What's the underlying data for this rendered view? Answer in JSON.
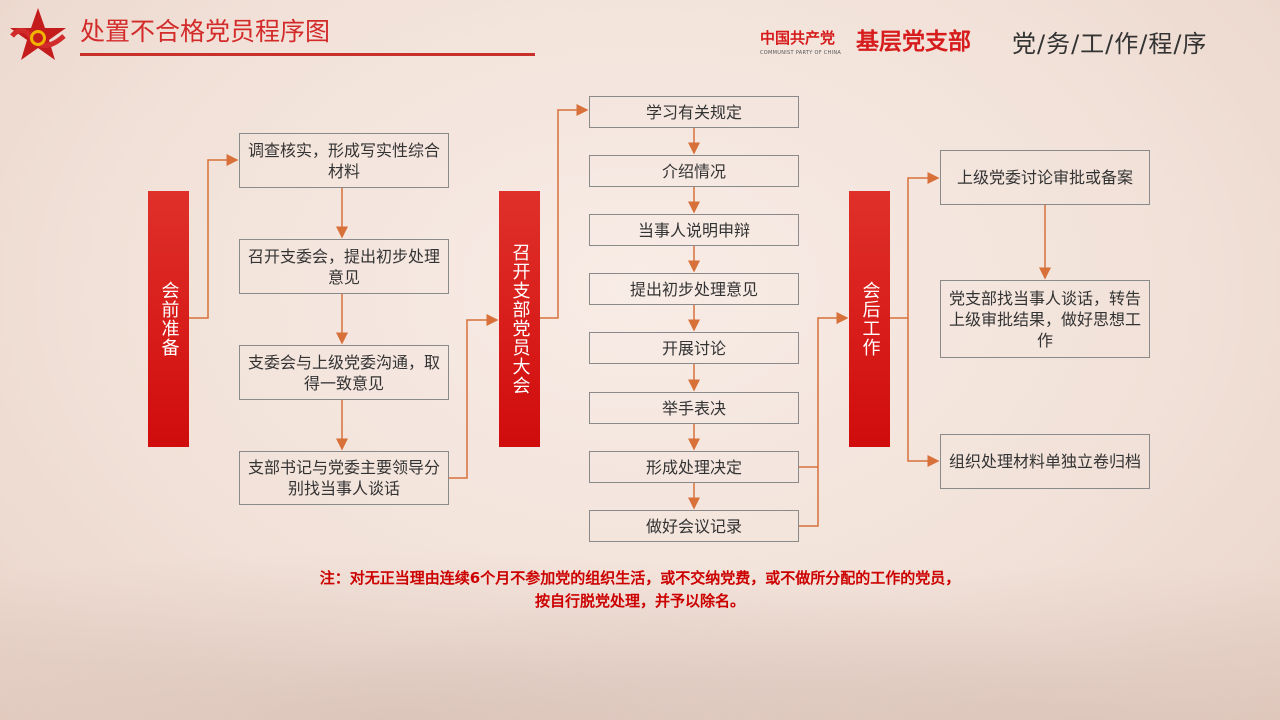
{
  "header": {
    "title": "处置不合格党员程序图",
    "brand_cn": "中国共产党",
    "brand_en": "COMMUNIST PARTY OF CHINA",
    "brand_main": "基层党支部",
    "subtitle": "党/务/工/作/程/序"
  },
  "stages": [
    {
      "label": "会前准备"
    },
    {
      "label": "召开支部党员大会"
    },
    {
      "label": "会后工作"
    }
  ],
  "prep_steps": [
    "调查核实，形成写实性综合材料",
    "召开支委会，提出初步处理意见",
    "支委会与上级党委沟通，取得一致意见",
    "支部书记与党委主要领导分别找当事人谈话"
  ],
  "meeting_steps": [
    "学习有关规定",
    "介绍情况",
    "当事人说明申辩",
    "提出初步处理意见",
    "开展讨论",
    "举手表决",
    "形成处理决定",
    "做好会议记录"
  ],
  "after_steps": [
    "上级党委讨论审批或备案",
    "党支部找当事人谈话，转告上级审批结果，做好思想工作",
    "组织处理材料单独立卷归档"
  ],
  "note": {
    "line1": "注：对无正当理由连续6个月不参加党的组织生活，或不交纳党费，或不做所分配的工作的党员，",
    "line2": "按自行脱党处理，并予以除名。"
  },
  "colors": {
    "accent": "#d61c1c",
    "arrow": "#d8703a"
  }
}
